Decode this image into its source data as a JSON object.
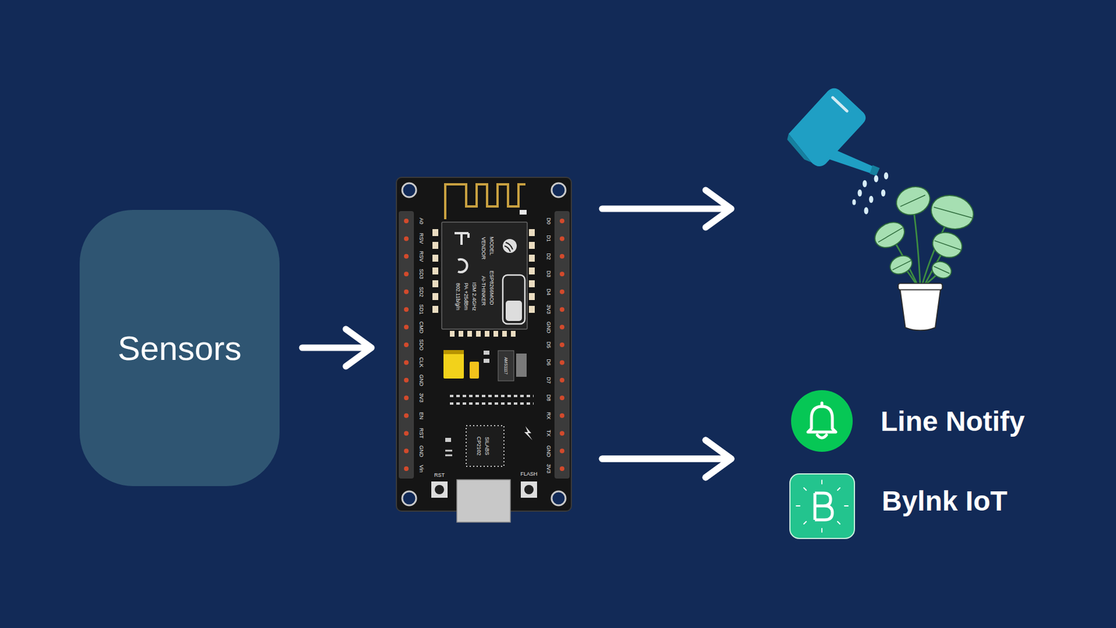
{
  "diagram": {
    "nodes": [
      {
        "text": [
          "Sensors"
        ]
      },
      {
        "text": [
          "A0",
          "RSV",
          "RSV",
          "SD3",
          "SD2",
          "SD1",
          "CMD",
          "SDO",
          "CLK",
          "GND",
          "3V3",
          "EN",
          "RST",
          "GND",
          "Vin",
          "D0",
          "D1",
          "D2",
          "D3",
          "D4",
          "3V3",
          "GND",
          "D5",
          "D6",
          "D7",
          "D8",
          "RX",
          "TX",
          "GND",
          "3V3",
          "MODEL",
          "ESP8266MOD",
          "VENDOR",
          "AI-THINKER",
          "ISM 2.4GHz",
          "PA +25dBm",
          "802.11b/g/n",
          "AMS1117",
          "SILABS",
          "CP2102",
          "RST",
          "FLASH"
        ]
      },
      {
        "text": [
          "Line Notify"
        ]
      },
      {
        "text": [
          "Bylnk IoT"
        ]
      }
    ],
    "edges": [
      {
        "from": 0,
        "to": 1,
        "arrow": "to"
      },
      {
        "from": 1,
        "to": 2,
        "arrow": "to"
      },
      {
        "from": 1,
        "to": 3,
        "arrow": "to"
      }
    ]
  }
}
